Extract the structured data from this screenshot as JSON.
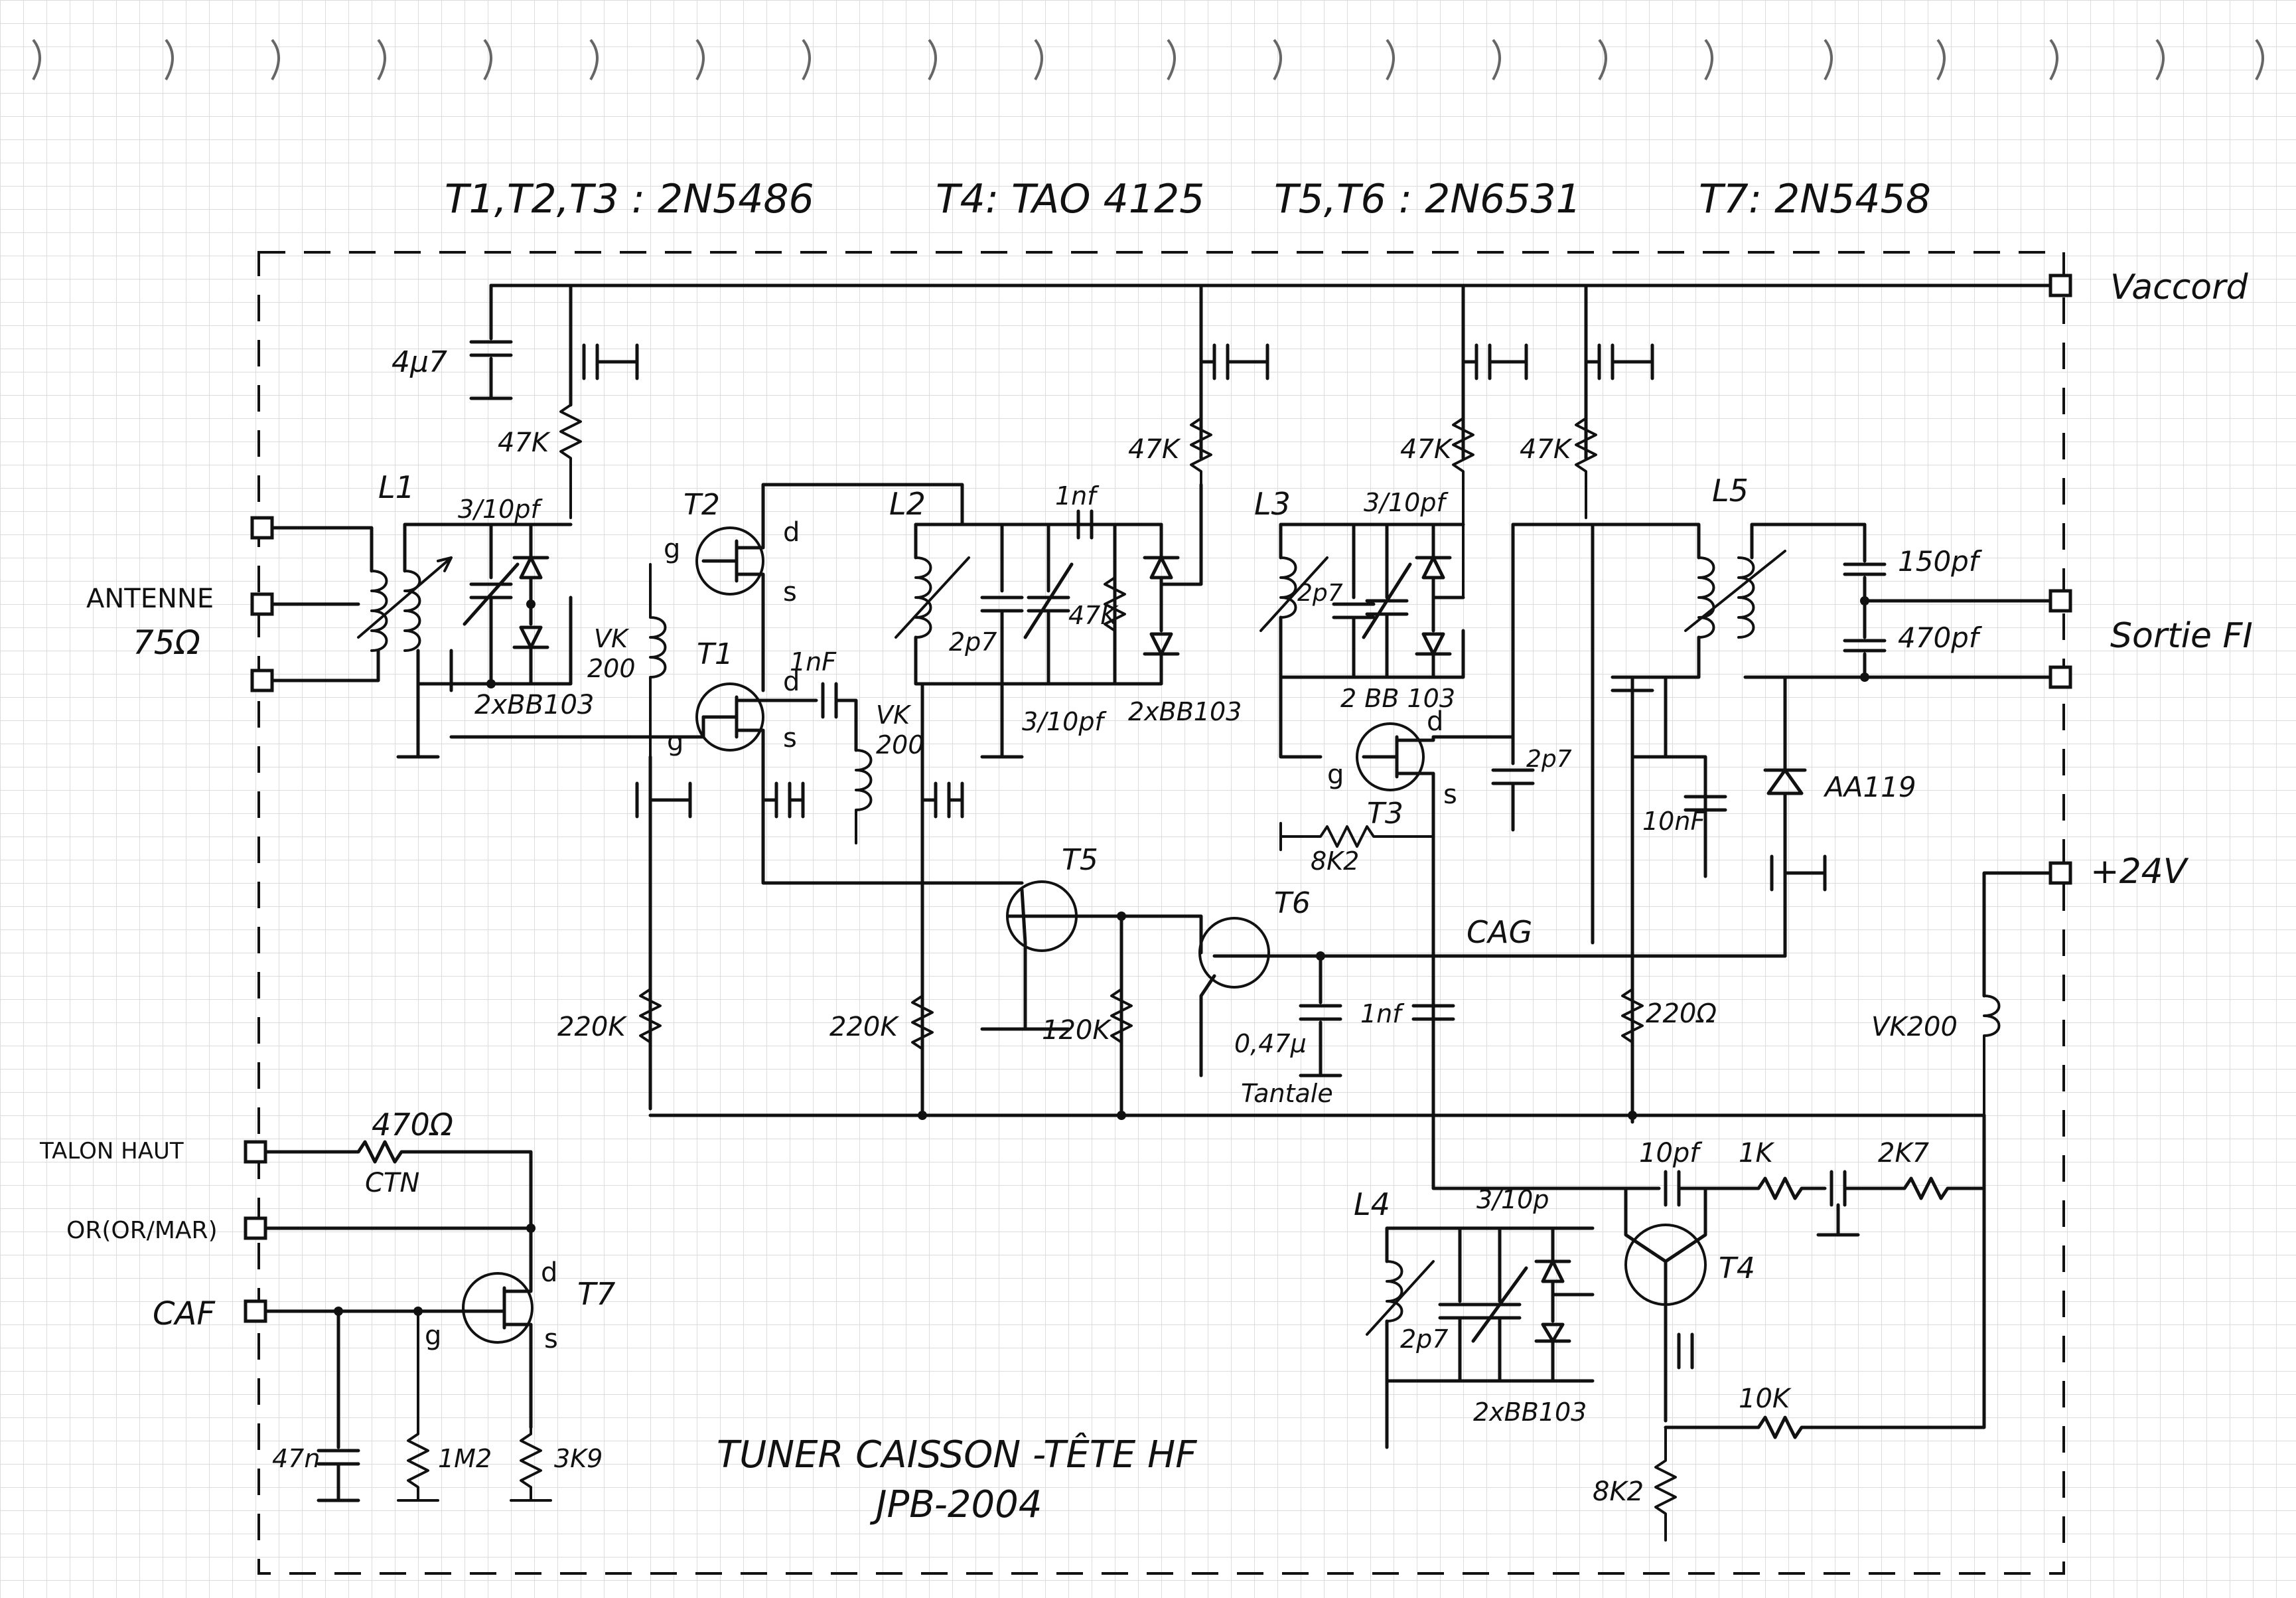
{
  "header": {
    "t1_t2_t3": "T1,T2,T3 : 2N5486",
    "t4": "T4: TAO 4125",
    "t5_t6": "T5,T6 : 2N6531",
    "t7": "T7: 2N5458"
  },
  "terminals": {
    "vaccord": "Vaccord",
    "sortie_fi": "Sortie FI",
    "plus24v": "+24V",
    "antenne": "ANTENNE",
    "antenne_ohm": "75Ω",
    "talon_haut": "TALON HAUT",
    "or_or_mar": "OR(OR/MAR)",
    "caf": "CAF"
  },
  "labels": {
    "l1": "L1",
    "l2": "L2",
    "l3": "L3",
    "l4": "L4",
    "l5": "L5",
    "t1": "T1",
    "t2": "T2",
    "t3": "T3",
    "t4": "T4",
    "t5": "T5",
    "t6": "T6",
    "t7": "T7",
    "c_4u7": "4µ7",
    "r_47k_a": "47K",
    "r_47k_b": "47K",
    "r_47k_c": "47K",
    "r_47k_d": "47K",
    "r_47k_e": "47K",
    "c_3_10pf_a": "3/10pf",
    "c_3_10pf_b": "3/10pf",
    "c_3_10pf_c": "3/10pf",
    "c_3_10p_d": "3/10p",
    "bb103_a": "2xBB103",
    "bb103_b": "2xBB103",
    "bb103_c": "2 BB 103",
    "bb103_d": "2xBB103",
    "vk200_a": "VK",
    "vk200_a2": "200",
    "vk200_b": "VK",
    "vk200_b2": "200",
    "vk200_c": "VK200",
    "c_1nf_a": "1nF",
    "c_1nf_b": "1nf",
    "c_1nf_c": "1nf",
    "c_10nf": "10nF",
    "c_2p7_a": "2p7",
    "c_2p7_b": "2p7",
    "c_2p7_c": "2p7",
    "c_2p7_d": "2p7",
    "c_150pf": "150pf",
    "c_470pf": "470pf",
    "c_10pf": "10pf",
    "c_047u": "0,47µ",
    "tantale": "Tantale",
    "aa119": "AA119",
    "r_8k2_a": "8K2",
    "r_8k2_b": "8K2",
    "r_220k_a": "220K",
    "r_220k_b": "220K",
    "r_120k": "120K",
    "r_220ohm": "220Ω",
    "cag": "CAG",
    "r_1k": "1K",
    "r_2k7": "2K7",
    "r_10k": "10K",
    "r_470ohm": "470Ω",
    "ctn": "CTN",
    "c_47n": "47n",
    "r_1m2": "1M2",
    "r_3k9": "3K9",
    "g": "g",
    "d": "d",
    "s": "s"
  },
  "footer": {
    "title": "TUNER CAISSON -TÊTE HF",
    "author": "JPB-2004"
  }
}
